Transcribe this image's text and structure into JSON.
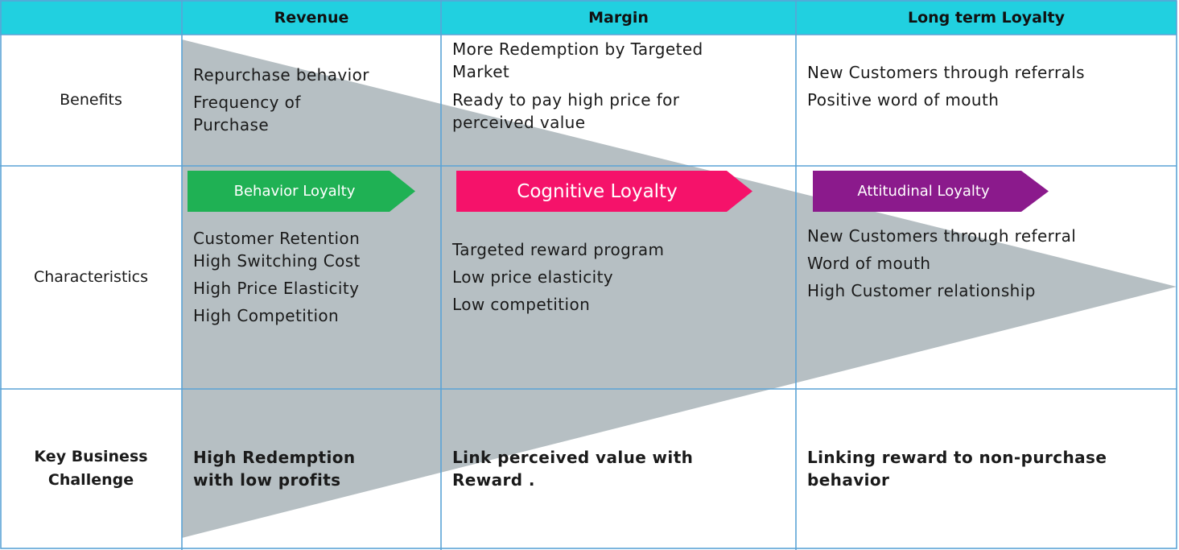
{
  "colors": {
    "header_bg": "#21d0e0",
    "grid_line": "#5ba3d6",
    "triangle": "#a9b4b9",
    "behavior_arrow": "#1fb154",
    "cognitive_arrow": "#f5126a",
    "attitudinal_arrow": "#8b1a8c"
  },
  "header": {
    "columns": [
      "Revenue",
      "Margin",
      "Long term Loyalty"
    ]
  },
  "rows": {
    "benefits": {
      "label": "Benefits",
      "revenue": [
        "Repurchase behavior",
        "Frequency of",
        "Purchase"
      ],
      "margin": [
        "More Redemption by Targeted",
        "Market",
        "Ready to pay high price for",
        "perceived value"
      ],
      "loyalty": [
        "New Customers through referrals",
        "Positive word of mouth"
      ]
    },
    "characteristics": {
      "label": "Characteristics",
      "arrows": [
        "Behavior Loyalty",
        "Cognitive Loyalty",
        "Attitudinal Loyalty"
      ],
      "revenue": [
        "Customer Retention",
        "High Switching Cost",
        "High Price Elasticity",
        "High Competition"
      ],
      "margin": [
        "Targeted reward program",
        "Low price elasticity",
        "Low competition"
      ],
      "loyalty": [
        "New Customers through referral",
        "Word of mouth",
        "High Customer relationship"
      ]
    },
    "challenge": {
      "label_lines": [
        "Key Business",
        "Challenge"
      ],
      "revenue": [
        "High Redemption",
        "with low profits"
      ],
      "margin": [
        "Link perceived value with",
        "Reward ."
      ],
      "loyalty": [
        "Linking reward to non-purchase",
        "behavior"
      ]
    }
  }
}
